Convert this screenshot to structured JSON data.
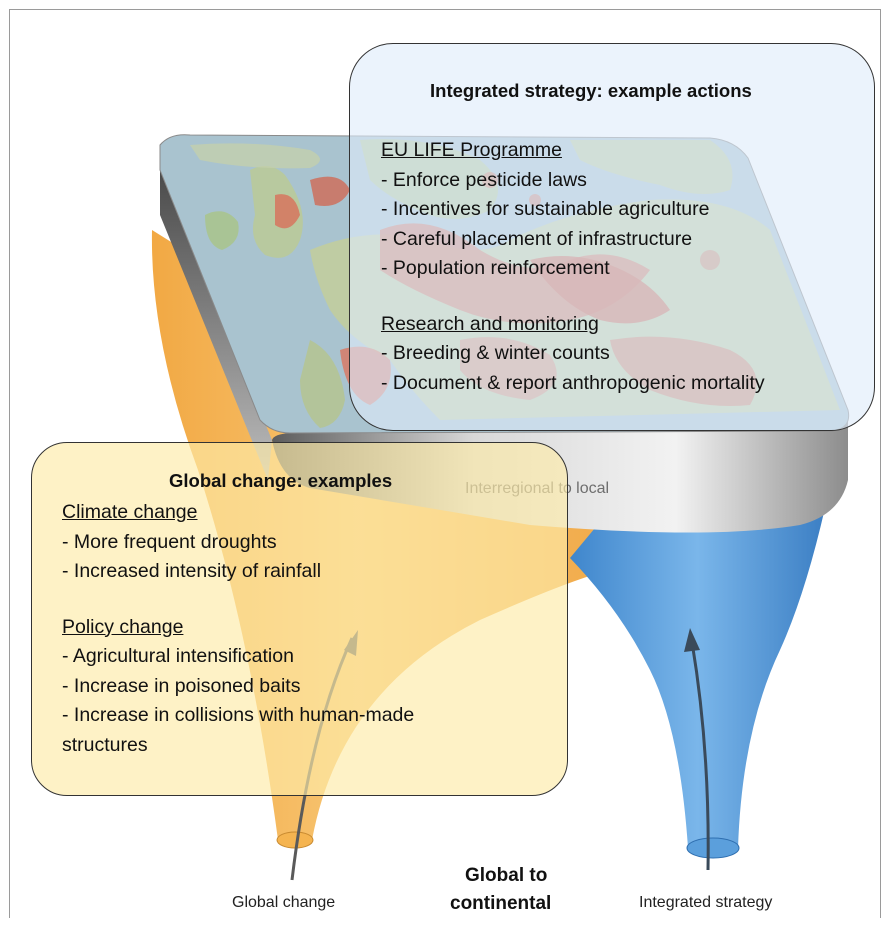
{
  "strategy": {
    "title": "Integrated strategy: example actions",
    "sections": [
      {
        "heading": "EU LIFE Programme",
        "items": [
          "- Enforce pesticide laws",
          "- Incentives for sustainable agriculture",
          "- Careful placement of infrastructure",
          "- Population reinforcement"
        ]
      },
      {
        "heading": "Research and monitoring",
        "items": [
          "- Breeding & winter counts",
          "- Document & report anthropogenic mortality"
        ]
      }
    ]
  },
  "global": {
    "title": "Global change: examples",
    "sections": [
      {
        "heading": "Climate change",
        "items": [
          "- More frequent droughts",
          "- Increased intensity of rainfall"
        ]
      },
      {
        "heading": "Policy change",
        "items": [
          "- Agricultural intensification",
          "- Increase in poisoned baits",
          "- Increase in collisions with human-made",
          "structures"
        ]
      }
    ]
  },
  "labels": {
    "interregional": "Interregional to local",
    "global_change": "Global change",
    "global_to": "Global to",
    "continental": "continental",
    "integrated_strategy": "Integrated strategy"
  },
  "colors": {
    "orange_funnel": "#f5b450",
    "blue_funnel": "#5b9fdc",
    "map_water": "#a9c3cf",
    "map_land": "#b9c9a4",
    "map_hotspot": "#d6755e"
  }
}
